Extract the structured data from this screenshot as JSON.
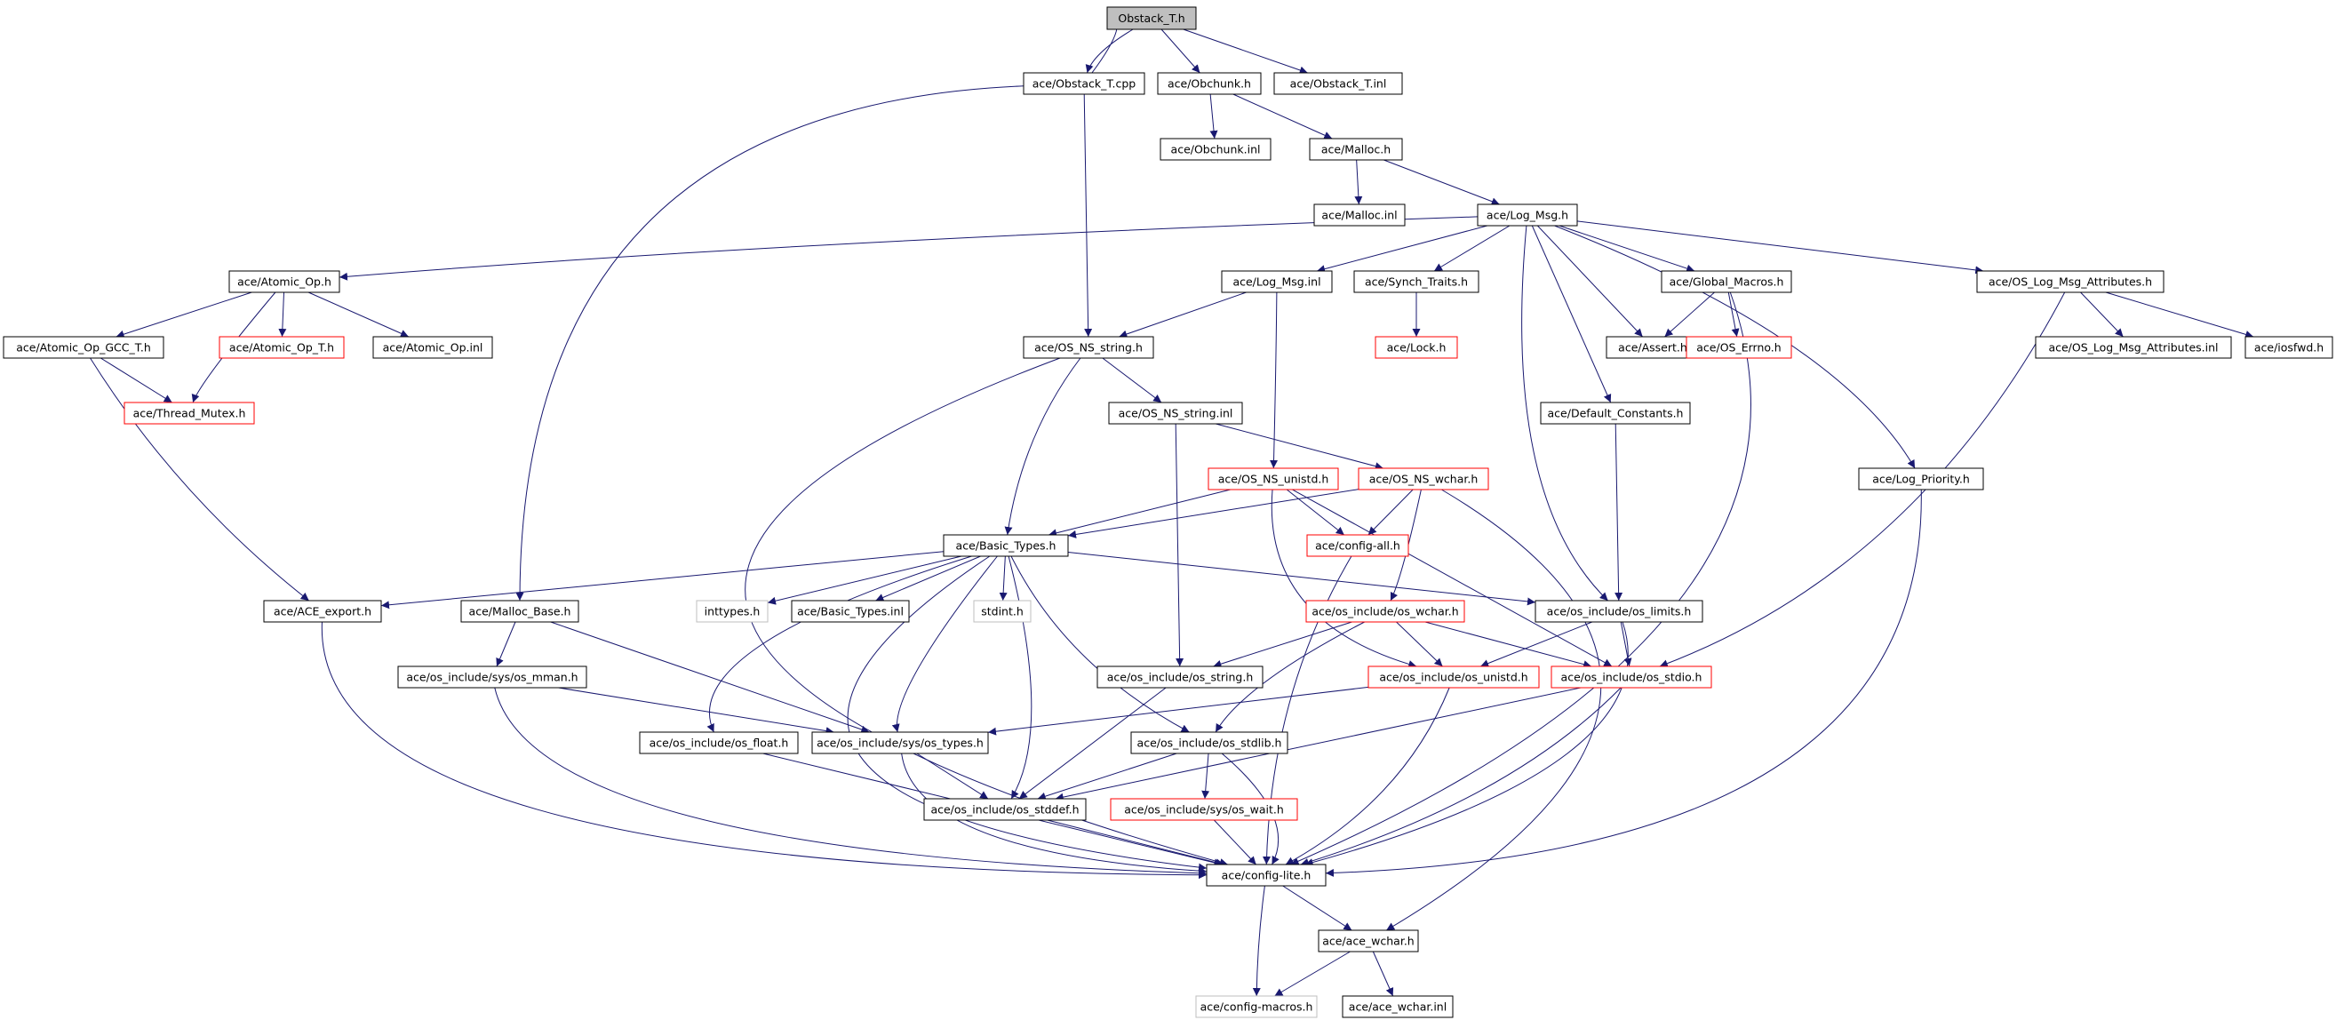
{
  "nodes": [
    {
      "id": "n0",
      "label": "Obstack_T.h",
      "style": "root"
    },
    {
      "id": "n1",
      "label": "ace/Obstack_T.cpp",
      "style": "normal"
    },
    {
      "id": "n2",
      "label": "ace/Obchunk.h",
      "style": "normal"
    },
    {
      "id": "n3",
      "label": "ace/Obstack_T.inl",
      "style": "normal"
    },
    {
      "id": "n4",
      "label": "ace/Obchunk.inl",
      "style": "normal"
    },
    {
      "id": "n5",
      "label": "ace/Malloc.h",
      "style": "normal"
    },
    {
      "id": "n6",
      "label": "ace/Malloc.inl",
      "style": "normal"
    },
    {
      "id": "n7",
      "label": "ace/Log_Msg.h",
      "style": "normal"
    },
    {
      "id": "n8",
      "label": "ace/Atomic_Op.h",
      "style": "normal"
    },
    {
      "id": "n9",
      "label": "ace/Log_Msg.inl",
      "style": "normal"
    },
    {
      "id": "n10",
      "label": "ace/Synch_Traits.h",
      "style": "normal"
    },
    {
      "id": "n11",
      "label": "ace/Global_Macros.h",
      "style": "normal"
    },
    {
      "id": "n12",
      "label": "ace/OS_Log_Msg_Attributes.h",
      "style": "normal"
    },
    {
      "id": "n13",
      "label": "ace/Atomic_Op_GCC_T.h",
      "style": "normal"
    },
    {
      "id": "n14",
      "label": "ace/Atomic_Op_T.h",
      "style": "red"
    },
    {
      "id": "n15",
      "label": "ace/Atomic_Op.inl",
      "style": "normal"
    },
    {
      "id": "n16",
      "label": "ace/OS_NS_string.h",
      "style": "normal"
    },
    {
      "id": "n17",
      "label": "ace/Lock.h",
      "style": "red"
    },
    {
      "id": "n18",
      "label": "ace/Assert.h",
      "style": "normal"
    },
    {
      "id": "n19",
      "label": "ace/OS_Errno.h",
      "style": "red"
    },
    {
      "id": "n20",
      "label": "ace/OS_Log_Msg_Attributes.inl",
      "style": "normal"
    },
    {
      "id": "n21",
      "label": "ace/iosfwd.h",
      "style": "normal"
    },
    {
      "id": "n22",
      "label": "ace/Thread_Mutex.h",
      "style": "red"
    },
    {
      "id": "n23",
      "label": "ace/OS_NS_string.inl",
      "style": "normal"
    },
    {
      "id": "n24",
      "label": "ace/Default_Constants.h",
      "style": "normal"
    },
    {
      "id": "n25",
      "label": "ace/OS_NS_unistd.h",
      "style": "red"
    },
    {
      "id": "n26",
      "label": "ace/OS_NS_wchar.h",
      "style": "red"
    },
    {
      "id": "n27",
      "label": "ace/Log_Priority.h",
      "style": "normal"
    },
    {
      "id": "n28",
      "label": "ace/Basic_Types.h",
      "style": "normal"
    },
    {
      "id": "n29",
      "label": "ace/config-all.h",
      "style": "red"
    },
    {
      "id": "n30",
      "label": "ace/ACE_export.h",
      "style": "normal"
    },
    {
      "id": "n31",
      "label": "ace/Malloc_Base.h",
      "style": "normal"
    },
    {
      "id": "n32",
      "label": "inttypes.h",
      "style": "gray"
    },
    {
      "id": "n33",
      "label": "ace/Basic_Types.inl",
      "style": "normal"
    },
    {
      "id": "n34",
      "label": "stdint.h",
      "style": "gray"
    },
    {
      "id": "n35",
      "label": "ace/os_include/os_wchar.h",
      "style": "red"
    },
    {
      "id": "n36",
      "label": "ace/os_include/os_limits.h",
      "style": "normal"
    },
    {
      "id": "n37",
      "label": "ace/os_include/sys/os_mman.h",
      "style": "normal"
    },
    {
      "id": "n38",
      "label": "ace/os_include/os_string.h",
      "style": "normal"
    },
    {
      "id": "n39",
      "label": "ace/os_include/os_unistd.h",
      "style": "red"
    },
    {
      "id": "n40",
      "label": "ace/os_include/os_stdio.h",
      "style": "red"
    },
    {
      "id": "n41",
      "label": "ace/os_include/os_float.h",
      "style": "normal"
    },
    {
      "id": "n42",
      "label": "ace/os_include/sys/os_types.h",
      "style": "normal"
    },
    {
      "id": "n43",
      "label": "ace/os_include/os_stdlib.h",
      "style": "normal"
    },
    {
      "id": "n44",
      "label": "ace/os_include/os_stddef.h",
      "style": "normal"
    },
    {
      "id": "n45",
      "label": "ace/os_include/sys/os_wait.h",
      "style": "red"
    },
    {
      "id": "n46",
      "label": "ace/config-lite.h",
      "style": "normal"
    },
    {
      "id": "n47",
      "label": "ace/ace_wchar.h",
      "style": "normal"
    },
    {
      "id": "n48",
      "label": "ace/config-macros.h",
      "style": "gray"
    },
    {
      "id": "n49",
      "label": "ace/ace_wchar.inl",
      "style": "normal"
    }
  ],
  "edges": [
    [
      "n0",
      "n1"
    ],
    [
      "n1",
      "n0"
    ],
    [
      "n0",
      "n2"
    ],
    [
      "n0",
      "n3"
    ],
    [
      "n1",
      "n16"
    ],
    [
      "n1",
      "n31"
    ],
    [
      "n2",
      "n4"
    ],
    [
      "n2",
      "n5"
    ],
    [
      "n5",
      "n6"
    ],
    [
      "n5",
      "n7"
    ],
    [
      "n7",
      "n8"
    ],
    [
      "n7",
      "n9"
    ],
    [
      "n7",
      "n10"
    ],
    [
      "n7",
      "n11"
    ],
    [
      "n7",
      "n12"
    ],
    [
      "n7",
      "n18"
    ],
    [
      "n7",
      "n24"
    ],
    [
      "n7",
      "n36"
    ],
    [
      "n7",
      "n27"
    ],
    [
      "n8",
      "n13"
    ],
    [
      "n8",
      "n14"
    ],
    [
      "n8",
      "n15"
    ],
    [
      "n8",
      "n22"
    ],
    [
      "n13",
      "n22"
    ],
    [
      "n13",
      "n30"
    ],
    [
      "n9",
      "n16"
    ],
    [
      "n9",
      "n25"
    ],
    [
      "n10",
      "n17"
    ],
    [
      "n11",
      "n18"
    ],
    [
      "n11",
      "n19"
    ],
    [
      "n11",
      "n46"
    ],
    [
      "n12",
      "n20"
    ],
    [
      "n12",
      "n21"
    ],
    [
      "n12",
      "n40"
    ],
    [
      "n16",
      "n23"
    ],
    [
      "n16",
      "n28"
    ],
    [
      "n16",
      "n46"
    ],
    [
      "n23",
      "n26"
    ],
    [
      "n23",
      "n38"
    ],
    [
      "n24",
      "n36"
    ],
    [
      "n25",
      "n28"
    ],
    [
      "n25",
      "n29"
    ],
    [
      "n25",
      "n39"
    ],
    [
      "n25",
      "n40"
    ],
    [
      "n26",
      "n28"
    ],
    [
      "n26",
      "n29"
    ],
    [
      "n26",
      "n35"
    ],
    [
      "n26",
      "n47"
    ],
    [
      "n27",
      "n46"
    ],
    [
      "n28",
      "n30"
    ],
    [
      "n28",
      "n32"
    ],
    [
      "n28",
      "n33"
    ],
    [
      "n28",
      "n34"
    ],
    [
      "n28",
      "n36"
    ],
    [
      "n28",
      "n41"
    ],
    [
      "n28",
      "n42"
    ],
    [
      "n28",
      "n43"
    ],
    [
      "n28",
      "n44"
    ],
    [
      "n28",
      "n46"
    ],
    [
      "n29",
      "n46"
    ],
    [
      "n30",
      "n46"
    ],
    [
      "n31",
      "n37"
    ],
    [
      "n31",
      "n42"
    ],
    [
      "n35",
      "n38"
    ],
    [
      "n35",
      "n39"
    ],
    [
      "n35",
      "n40"
    ],
    [
      "n35",
      "n43"
    ],
    [
      "n36",
      "n39"
    ],
    [
      "n36",
      "n40"
    ],
    [
      "n36",
      "n46"
    ],
    [
      "n37",
      "n42"
    ],
    [
      "n37",
      "n46"
    ],
    [
      "n38",
      "n44"
    ],
    [
      "n39",
      "n42"
    ],
    [
      "n39",
      "n46"
    ],
    [
      "n40",
      "n44"
    ],
    [
      "n40",
      "n46"
    ],
    [
      "n41",
      "n46"
    ],
    [
      "n42",
      "n44"
    ],
    [
      "n42",
      "n46"
    ],
    [
      "n43",
      "n44"
    ],
    [
      "n43",
      "n45"
    ],
    [
      "n43",
      "n46"
    ],
    [
      "n44",
      "n46"
    ],
    [
      "n45",
      "n46"
    ],
    [
      "n46",
      "n47"
    ],
    [
      "n46",
      "n48"
    ],
    [
      "n47",
      "n48"
    ],
    [
      "n47",
      "n49"
    ]
  ],
  "colors": {
    "edge": "#191970",
    "border_normal": "#000000",
    "border_red": "#ff0000",
    "border_gray": "#bfbfbf",
    "root_fill": "#bfbfbf",
    "text": "#000000"
  }
}
